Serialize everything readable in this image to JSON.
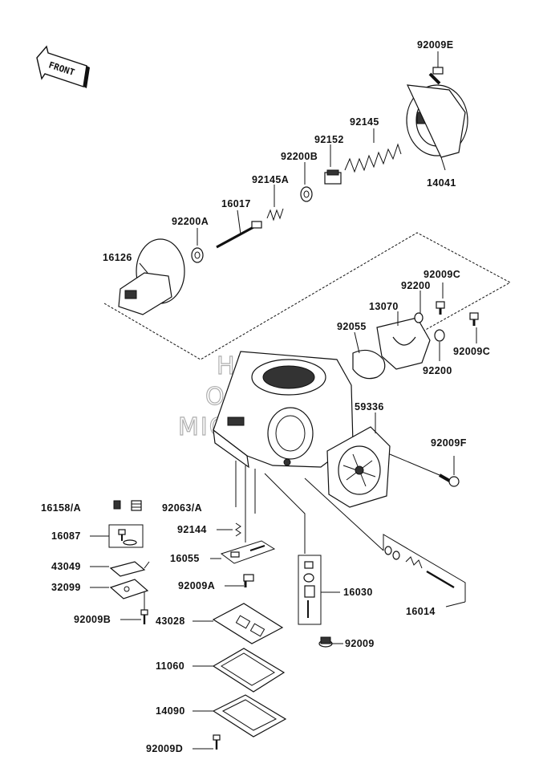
{
  "front_label": "FRONT",
  "watermark": [
    "HIGHS",
    "ONLINE",
    "MICROFICHE"
  ],
  "parts": {
    "p92009E": "92009E",
    "p92145": "92145",
    "p92152": "92152",
    "p92200B": "92200B",
    "p92145A": "92145A",
    "p16017": "16017",
    "p92200A": "92200A",
    "p14041": "14041",
    "p16126": "16126",
    "p92009C_a": "92009C",
    "p92200_a": "92200",
    "p13070": "13070",
    "p92055": "92055",
    "p92009C_b": "92009C",
    "p92200_b": "92200",
    "p59336": "59336",
    "p92009F": "92009F",
    "p16158A": "16158/A",
    "p92063A": "92063/A",
    "p16087": "16087",
    "p92144": "92144",
    "p16055": "16055",
    "p43049": "43049",
    "p32099": "32099",
    "p92009A": "92009A",
    "p16030": "16030",
    "p16014": "16014",
    "p92009B": "92009B",
    "p43028": "43028",
    "p92009": "92009",
    "p11060": "11060",
    "p14090": "14090",
    "p92009D": "92009D"
  }
}
